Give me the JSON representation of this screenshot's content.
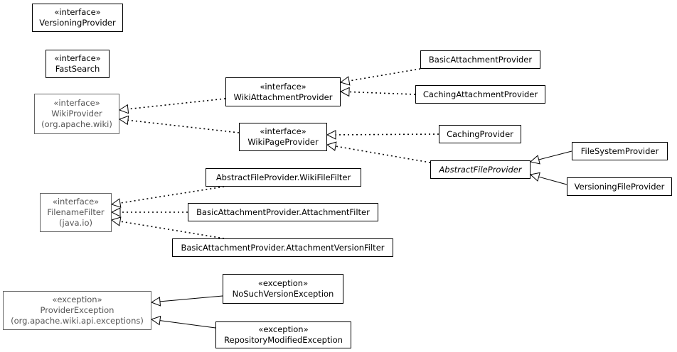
{
  "colors": {
    "line": "#000000",
    "external_border": "#666666",
    "external_text": "#555555",
    "background": "#ffffff"
  },
  "nodes": [
    {
      "id": "versioning-provider",
      "stereotype": "«interface»",
      "name": "VersioningProvider",
      "package": "",
      "external": false,
      "italic": false
    },
    {
      "id": "fast-search",
      "stereotype": "«interface»",
      "name": "FastSearch",
      "package": "",
      "external": false,
      "italic": false
    },
    {
      "id": "wiki-provider",
      "stereotype": "«interface»",
      "name": "WikiProvider",
      "package": "(org.apache.wiki)",
      "external": true,
      "italic": false
    },
    {
      "id": "wiki-attachment-provider",
      "stereotype": "«interface»",
      "name": "WikiAttachmentProvider",
      "package": "",
      "external": false,
      "italic": false
    },
    {
      "id": "basic-attachment-provider",
      "stereotype": "",
      "name": "BasicAttachmentProvider",
      "package": "",
      "external": false,
      "italic": false
    },
    {
      "id": "caching-attachment-provider",
      "stereotype": "",
      "name": "CachingAttachmentProvider",
      "package": "",
      "external": false,
      "italic": false
    },
    {
      "id": "wiki-page-provider",
      "stereotype": "«interface»",
      "name": "WikiPageProvider",
      "package": "",
      "external": false,
      "italic": false
    },
    {
      "id": "caching-provider",
      "stereotype": "",
      "name": "CachingProvider",
      "package": "",
      "external": false,
      "italic": false
    },
    {
      "id": "abstract-file-provider",
      "stereotype": "",
      "name": "AbstractFileProvider",
      "package": "",
      "external": false,
      "italic": true
    },
    {
      "id": "file-system-provider",
      "stereotype": "",
      "name": "FileSystemProvider",
      "package": "",
      "external": false,
      "italic": false
    },
    {
      "id": "versioning-file-provider",
      "stereotype": "",
      "name": "VersioningFileProvider",
      "package": "",
      "external": false,
      "italic": false
    },
    {
      "id": "filename-filter",
      "stereotype": "«interface»",
      "name": "FilenameFilter",
      "package": "(java.io)",
      "external": true,
      "italic": false
    },
    {
      "id": "wiki-file-filter",
      "stereotype": "",
      "name": "AbstractFileProvider.WikiFileFilter",
      "package": "",
      "external": false,
      "italic": false
    },
    {
      "id": "attachment-filter",
      "stereotype": "",
      "name": "BasicAttachmentProvider.AttachmentFilter",
      "package": "",
      "external": false,
      "italic": false
    },
    {
      "id": "attachment-version-filter",
      "stereotype": "",
      "name": "BasicAttachmentProvider.AttachmentVersionFilter",
      "package": "",
      "external": false,
      "italic": false
    },
    {
      "id": "provider-exception",
      "stereotype": "«exception»",
      "name": "ProviderException",
      "package": "(org.apache.wiki.api.exceptions)",
      "external": true,
      "italic": false
    },
    {
      "id": "no-such-version-exception",
      "stereotype": "«exception»",
      "name": "NoSuchVersionException",
      "package": "",
      "external": false,
      "italic": false
    },
    {
      "id": "repository-modified-exception",
      "stereotype": "«exception»",
      "name": "RepositoryModifiedException",
      "package": "",
      "external": false,
      "italic": false
    }
  ],
  "edges": [
    {
      "from": "wiki-attachment-provider",
      "to": "wiki-provider",
      "kind": "realization"
    },
    {
      "from": "wiki-page-provider",
      "to": "wiki-provider",
      "kind": "realization"
    },
    {
      "from": "basic-attachment-provider",
      "to": "wiki-attachment-provider",
      "kind": "realization"
    },
    {
      "from": "caching-attachment-provider",
      "to": "wiki-attachment-provider",
      "kind": "realization"
    },
    {
      "from": "caching-provider",
      "to": "wiki-page-provider",
      "kind": "realization"
    },
    {
      "from": "abstract-file-provider",
      "to": "wiki-page-provider",
      "kind": "realization"
    },
    {
      "from": "file-system-provider",
      "to": "abstract-file-provider",
      "kind": "generalization"
    },
    {
      "from": "versioning-file-provider",
      "to": "abstract-file-provider",
      "kind": "generalization"
    },
    {
      "from": "wiki-file-filter",
      "to": "filename-filter",
      "kind": "realization"
    },
    {
      "from": "attachment-filter",
      "to": "filename-filter",
      "kind": "realization"
    },
    {
      "from": "attachment-version-filter",
      "to": "filename-filter",
      "kind": "realization"
    },
    {
      "from": "no-such-version-exception",
      "to": "provider-exception",
      "kind": "generalization"
    },
    {
      "from": "repository-modified-exception",
      "to": "provider-exception",
      "kind": "generalization"
    }
  ]
}
